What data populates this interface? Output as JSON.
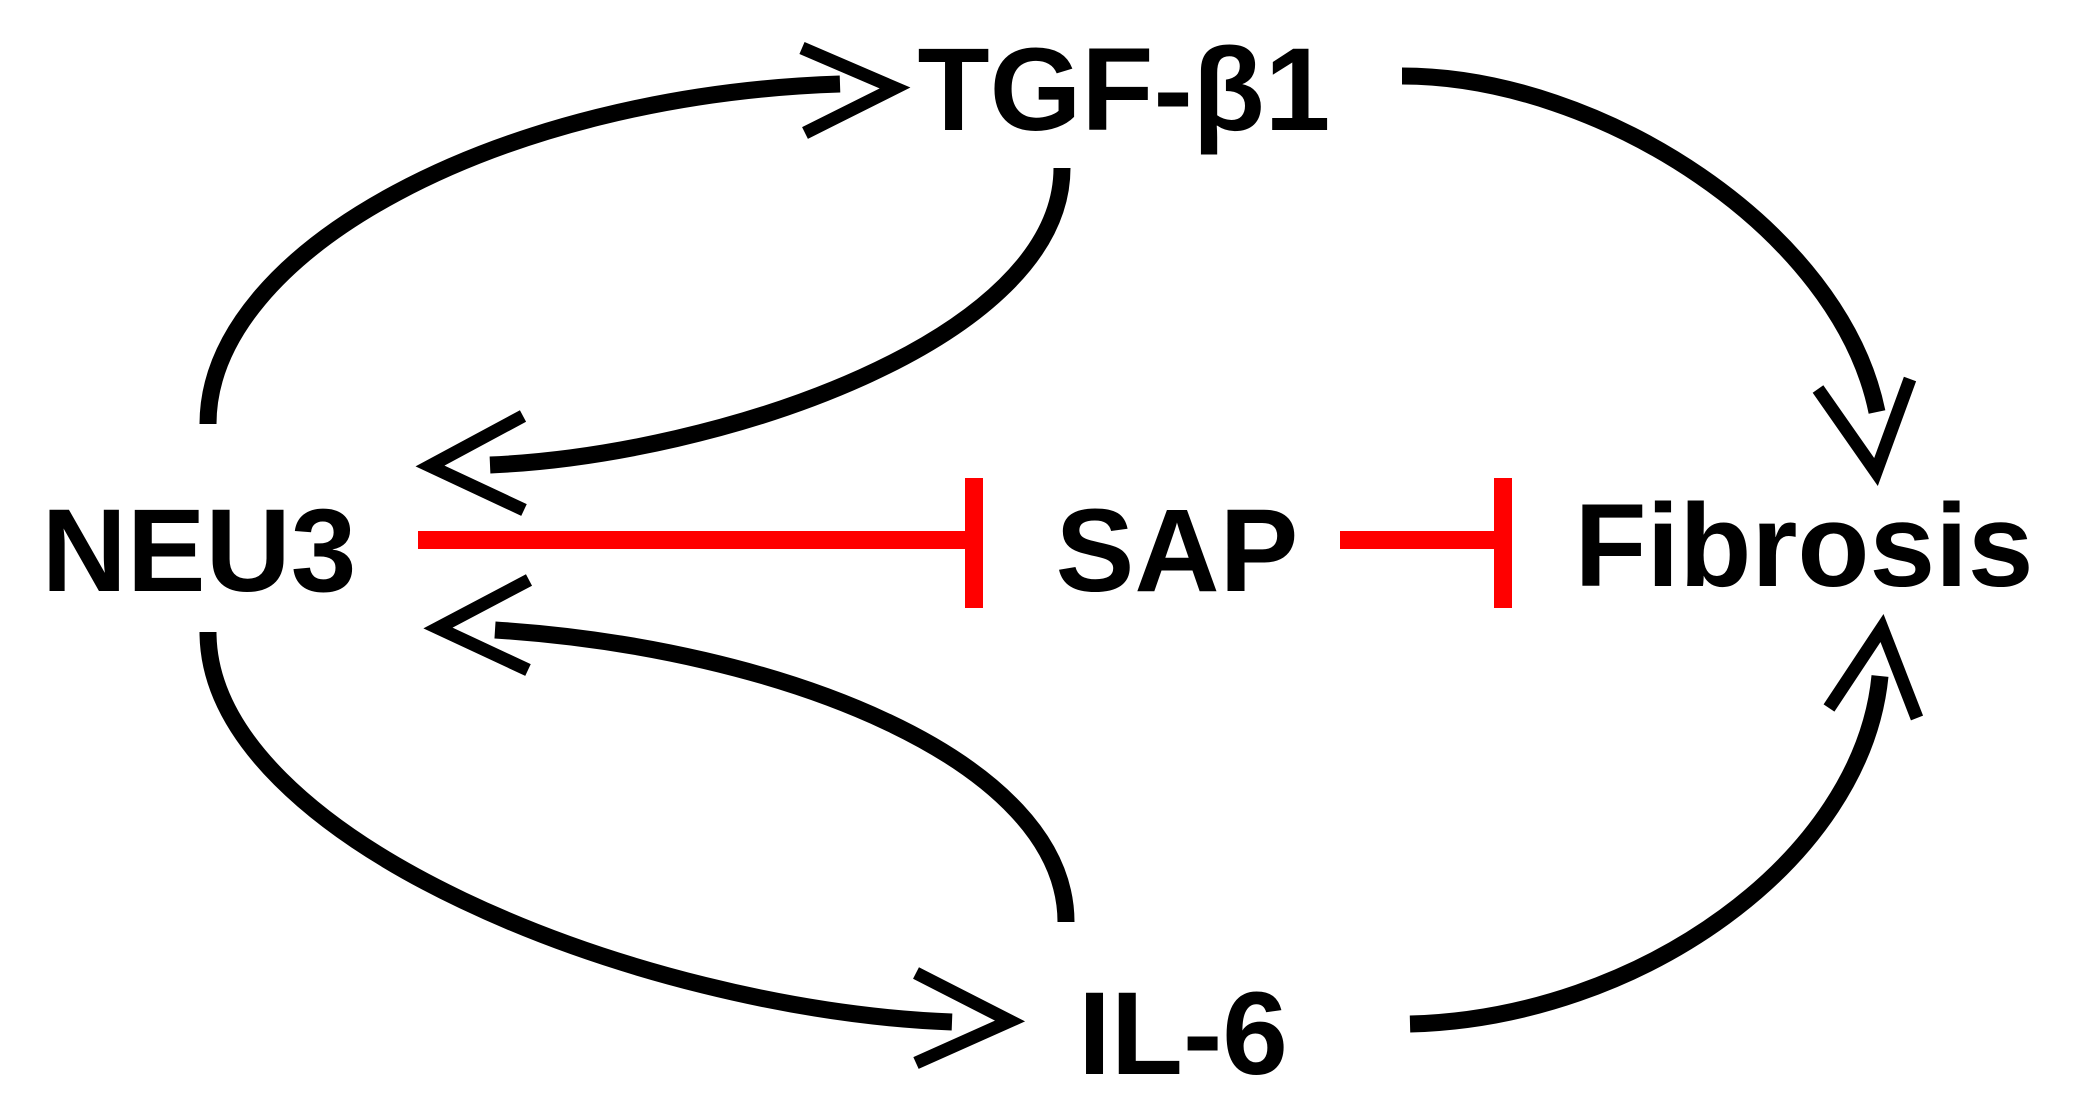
{
  "diagram": {
    "nodes": {
      "tgf": "TGF-β1",
      "neu3": "NEU3",
      "sap": "SAP",
      "fibrosis": "Fibrosis",
      "il6": "IL-6"
    },
    "edges": [
      {
        "from": "NEU3",
        "to": "TGF-β1",
        "type": "activation"
      },
      {
        "from": "TGF-β1",
        "to": "NEU3",
        "type": "activation"
      },
      {
        "from": "TGF-β1",
        "to": "Fibrosis",
        "type": "activation"
      },
      {
        "from": "NEU3",
        "to": "IL-6",
        "type": "activation"
      },
      {
        "from": "IL-6",
        "to": "NEU3",
        "type": "activation"
      },
      {
        "from": "IL-6",
        "to": "Fibrosis",
        "type": "activation"
      },
      {
        "from": "NEU3",
        "to": "SAP",
        "type": "inhibition"
      },
      {
        "from": "SAP",
        "to": "Fibrosis",
        "type": "inhibition"
      }
    ],
    "colors": {
      "activation": "#000000",
      "inhibition": "#ff0000",
      "background": "#ffffff"
    }
  }
}
